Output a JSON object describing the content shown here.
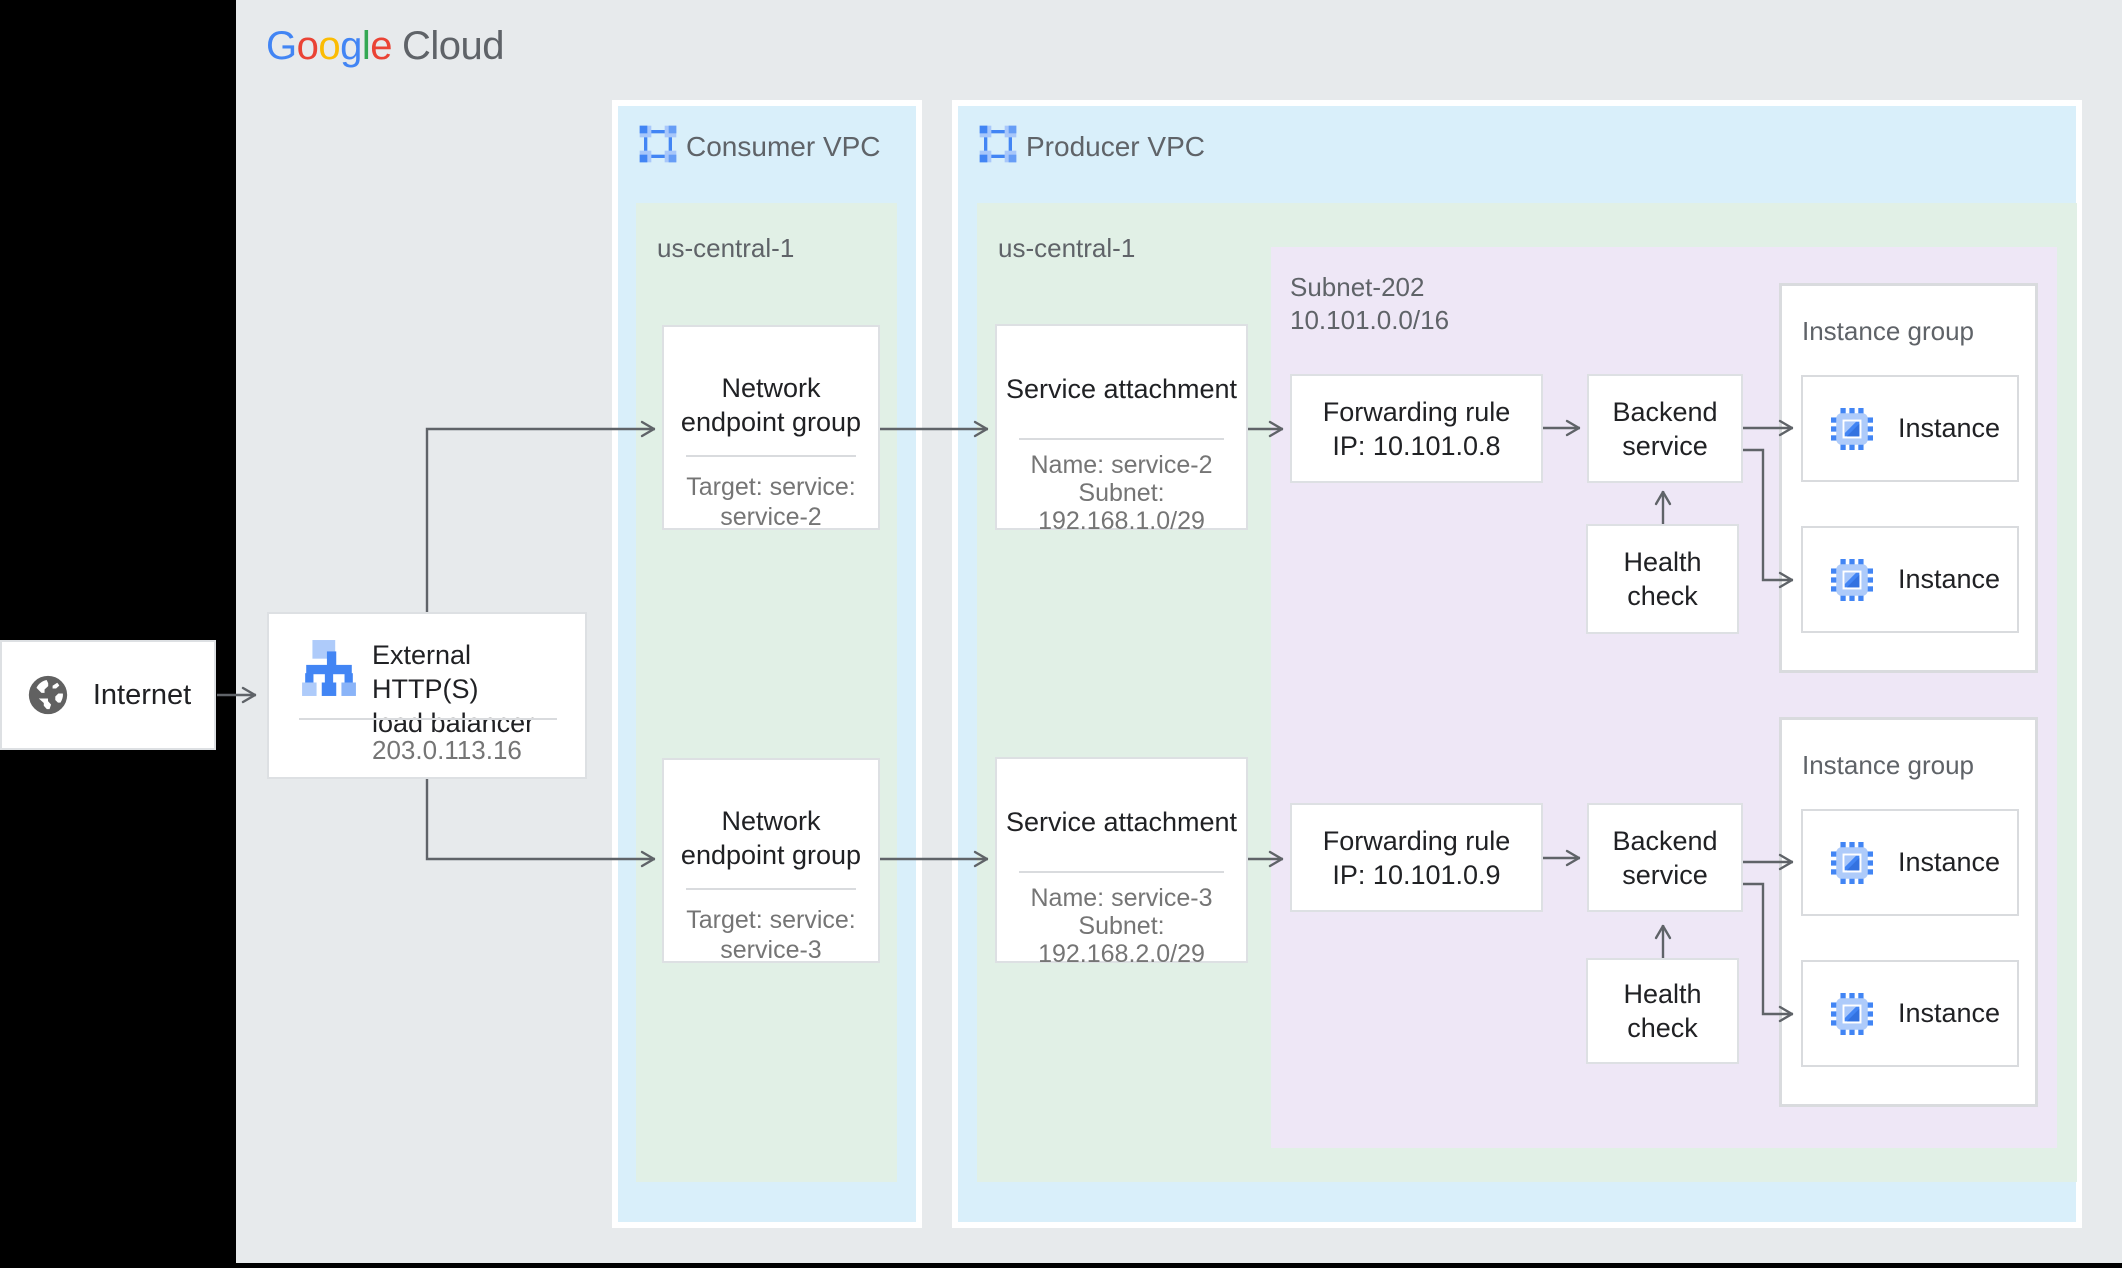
{
  "brand": {
    "letters": [
      {
        "ch": "G",
        "color": "#4285F4"
      },
      {
        "ch": "o",
        "color": "#EA4335"
      },
      {
        "ch": "o",
        "color": "#FBBC04"
      },
      {
        "ch": "g",
        "color": "#4285F4"
      },
      {
        "ch": "l",
        "color": "#34A853"
      },
      {
        "ch": "e",
        "color": "#EA4335"
      }
    ],
    "cloud_text": "Cloud"
  },
  "internet": {
    "label": "Internet",
    "icon": "globe-icon"
  },
  "load_balancer": {
    "icon": "load-balancer-icon",
    "title_lines": [
      "External HTTP(S)",
      "load balancer"
    ],
    "ip": "203.0.113.16"
  },
  "consumer_vpc": {
    "icon": "vpc-icon",
    "label": "Consumer VPC",
    "region": {
      "label": "us-central-1"
    }
  },
  "producer_vpc": {
    "icon": "vpc-icon",
    "label": "Producer VPC",
    "region": {
      "label": "us-central-1"
    },
    "subnet": {
      "label_lines": [
        "Subnet-202",
        "10.101.0.0/16"
      ]
    }
  },
  "negs": [
    {
      "title_lines": [
        "Network",
        "endpoint group"
      ],
      "target_lines": [
        "Target: service:",
        "service-2"
      ]
    },
    {
      "title_lines": [
        "Network",
        "endpoint group"
      ],
      "target_lines": [
        "Target: service:",
        "service-3"
      ]
    }
  ],
  "service_attachments": [
    {
      "title": "Service attachment",
      "detail_lines": [
        "Name: service-2",
        "Subnet:",
        "192.168.1.0/29"
      ]
    },
    {
      "title": "Service attachment",
      "detail_lines": [
        "Name: service-3",
        "Subnet:",
        "192.168.2.0/29"
      ]
    }
  ],
  "forwarding_rules": [
    {
      "lines": [
        "Forwarding rule",
        "IP: 10.101.0.8"
      ]
    },
    {
      "lines": [
        "Forwarding rule",
        "IP: 10.101.0.9"
      ]
    }
  ],
  "backend_services": [
    {
      "lines": [
        "Backend",
        "service"
      ]
    },
    {
      "lines": [
        "Backend",
        "service"
      ]
    }
  ],
  "health_checks": [
    {
      "lines": [
        "Health",
        "check"
      ]
    },
    {
      "lines": [
        "Health",
        "check"
      ]
    }
  ],
  "instance_groups": [
    {
      "label": "Instance group",
      "icon": "compute-instance-icon",
      "instances": [
        {
          "label": "Instance"
        },
        {
          "label": "Instance"
        }
      ]
    },
    {
      "label": "Instance group",
      "icon": "compute-instance-icon",
      "instances": [
        {
          "label": "Instance"
        },
        {
          "label": "Instance"
        }
      ]
    }
  ],
  "colors": {
    "google_blue": "#4285F4",
    "google_red": "#EA4335",
    "google_yellow": "#FBBC04",
    "google_green": "#34A853",
    "cloud_gray": "#5F6368",
    "canvas_bg": "#E7EAEC",
    "frame_black": "#000000",
    "vpc_bg": "#D9EFFA",
    "region_bg": "#E1F0E6",
    "subnet_bg": "#EEE7F6",
    "node_bg": "#FFFFFF",
    "node_border": "#DDE0E3",
    "title_text": "#202124",
    "secondary_text": "#757575",
    "label_text": "#5F6368",
    "arrow": "#5F6368",
    "icon_blue": "#4285F4",
    "icon_light_blue": "#AECBFA",
    "globe_gray": "#616161"
  }
}
